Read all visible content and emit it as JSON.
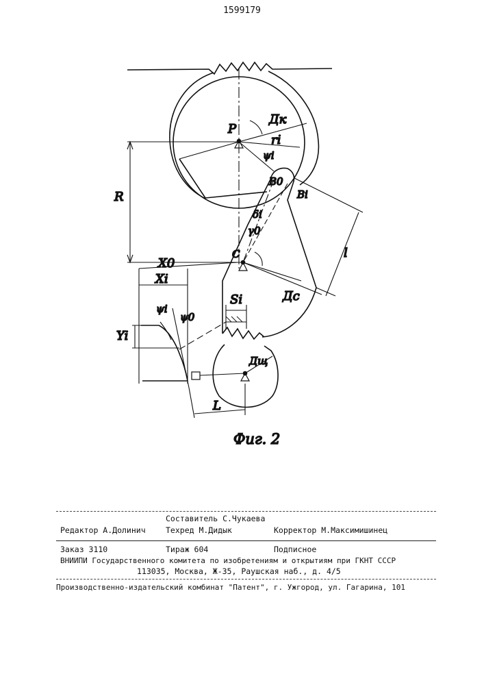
{
  "page_number": "1599179",
  "figure": {
    "caption": "Фиг. 2",
    "labels": {
      "P": "P",
      "Dk": "Дк",
      "ri": "ri",
      "psi_i": "ψi",
      "B0": "B0",
      "Bi": "Bi",
      "R": "R",
      "delta_i": "δi",
      "gamma0": "γ0",
      "l": "l",
      "C": "C",
      "Dc": "Дс",
      "X0": "X0",
      "Xi": "Xi",
      "Si": "Si",
      "psi_i_lower": "ψi",
      "psi_0": "ψ0",
      "Yi": "Yi",
      "Dsh": "Дщ",
      "L": "L"
    }
  },
  "imprint": {
    "compiler": "Составитель С.Чукаева",
    "editor": "Редактор А.Долинич",
    "techred": "Техред М.Дидык",
    "corrector": "Корректор М.Максимишинец",
    "order": "Заказ 3110",
    "print_run": "Тираж 604",
    "subscription": "Подписное",
    "institute": "ВНИИПИ Государственного комитета по изобретениям и открытиям при ГКНТ СССР",
    "address": "113035, Москва, Ж-35, Раушская наб., д. 4/5",
    "publisher": "Производственно-издательский комбинат \"Патент\", г. Ужгород, ул. Гагарина, 101"
  }
}
